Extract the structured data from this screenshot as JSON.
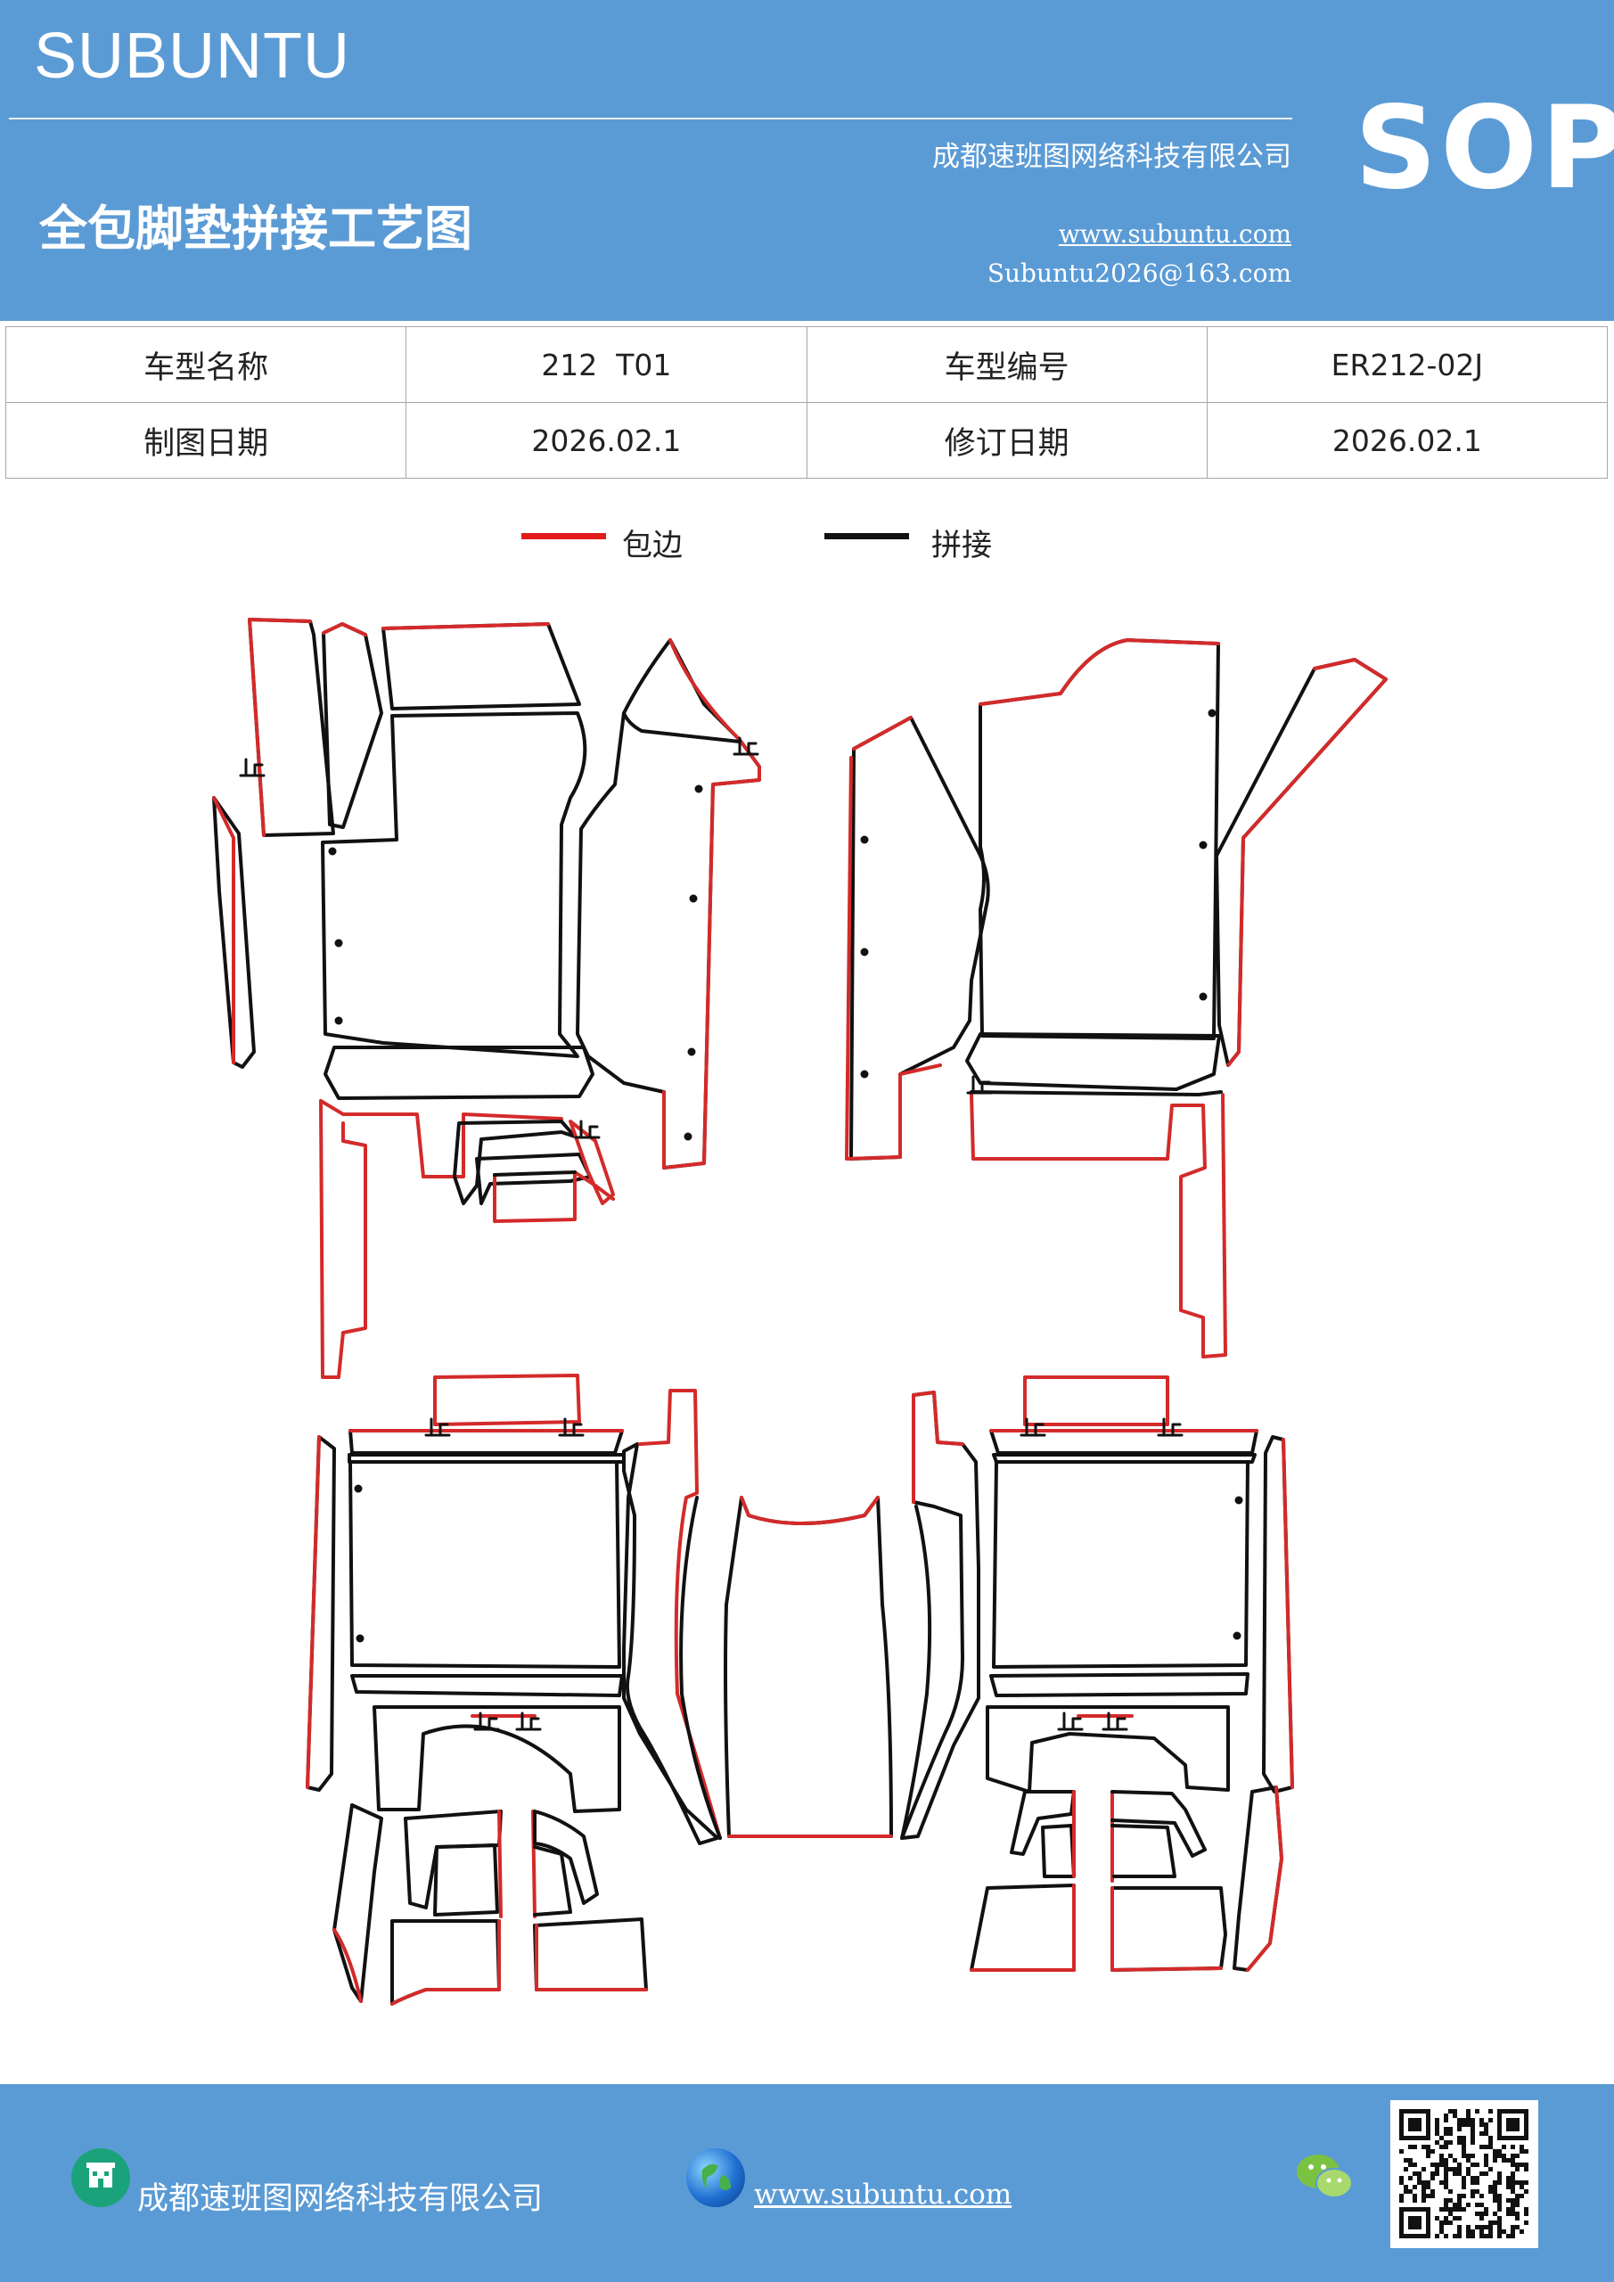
{
  "header": {
    "brand": "SUBUNTU",
    "company": "成都速班图网络科技有限公司",
    "title": "全包脚垫拼接工艺图",
    "website": "www.subuntu.com",
    "email": "Subuntu2026@163.com",
    "badge": "SOP"
  },
  "info_table": {
    "rows": [
      {
        "label1": "车型名称",
        "value1": "212  T01",
        "label2": "车型编号",
        "value2": "ER212-02J"
      },
      {
        "label1": "制图日期",
        "value1": "2026.02.1",
        "label2": "修订日期",
        "value2": "2026.02.1"
      }
    ]
  },
  "legend": {
    "wrap_label": "包边",
    "wrap_color": "#e21b1b",
    "join_label": "拼接",
    "join_color": "#111111"
  },
  "footer": {
    "company": "成都速班图网络科技有限公司",
    "website": "www.subuntu.com",
    "icons": [
      "building-icon",
      "globe-icon",
      "wechat-icon",
      "qr-code"
    ]
  },
  "colors": {
    "header_bg": "#5b9bd5",
    "text_on_header": "#ffffff"
  }
}
